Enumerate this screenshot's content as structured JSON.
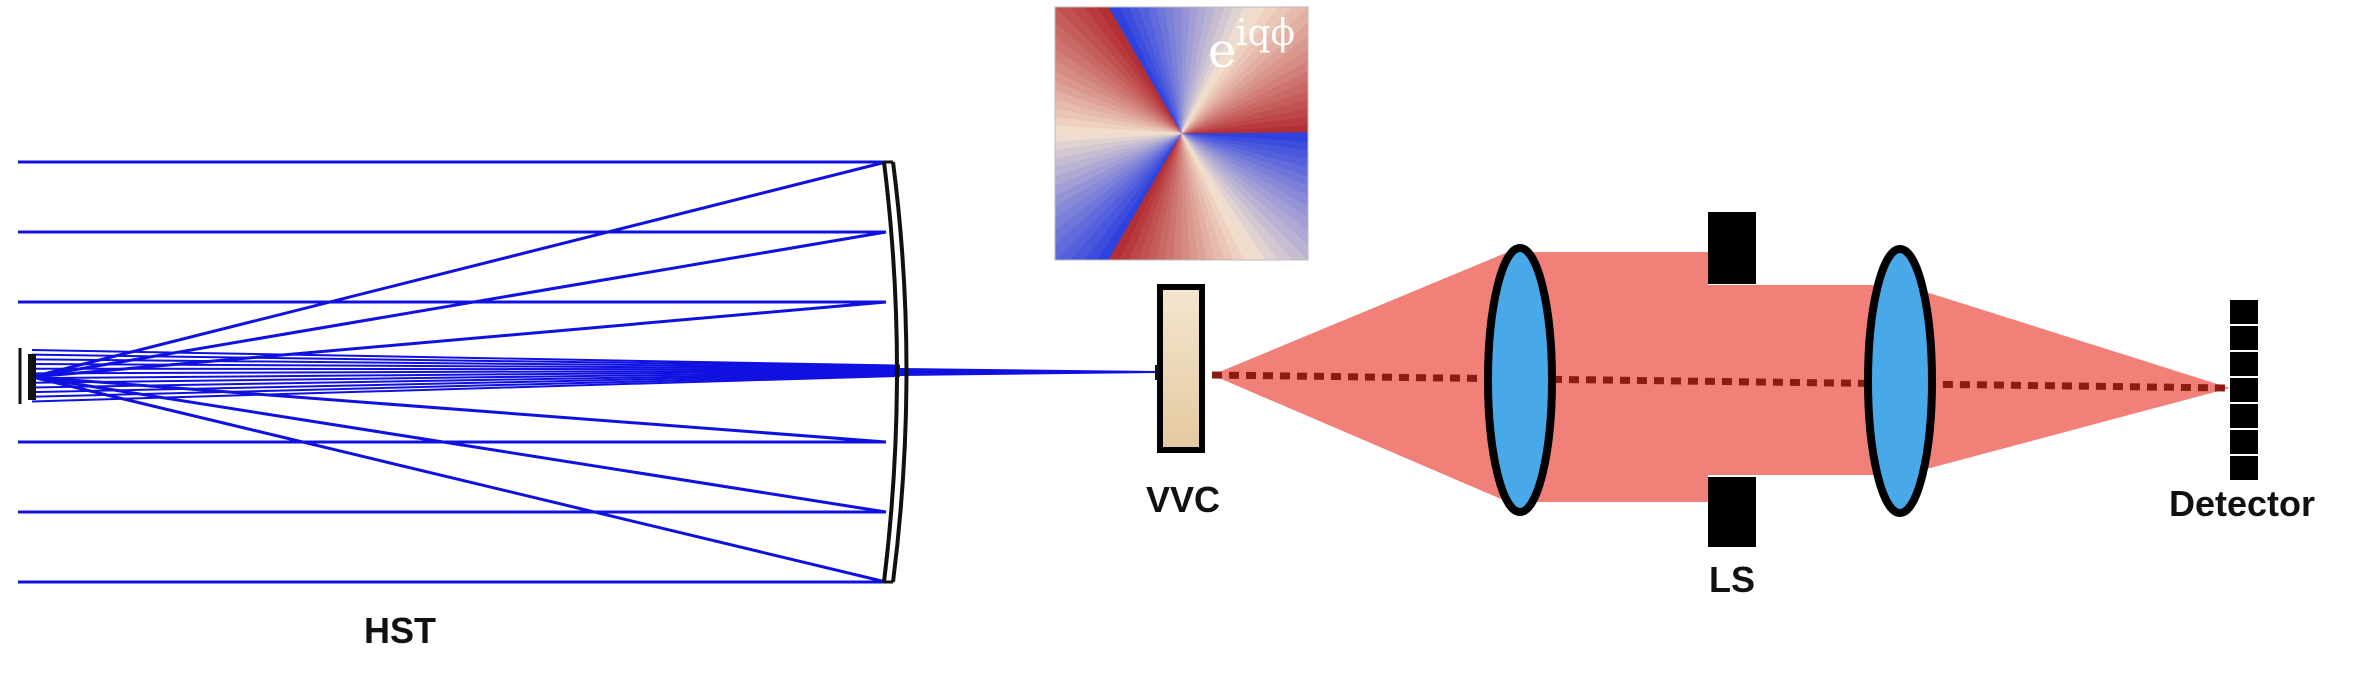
{
  "labels": {
    "telescope": "HST",
    "vortex": "VVC",
    "lyot_stop": "LS",
    "detector": "Detector"
  },
  "phase_inset": {
    "base": "e",
    "exponent": "iqϕ"
  },
  "colors": {
    "rays": "#1010e0",
    "beam": "#f08078",
    "lens": "#48a8e8",
    "axis": "#8a1c12",
    "mask": "#000000",
    "vvc_fill": "#eed8b8",
    "phase_warm": "#b2282e",
    "phase_cool": "#2a3ee0"
  }
}
